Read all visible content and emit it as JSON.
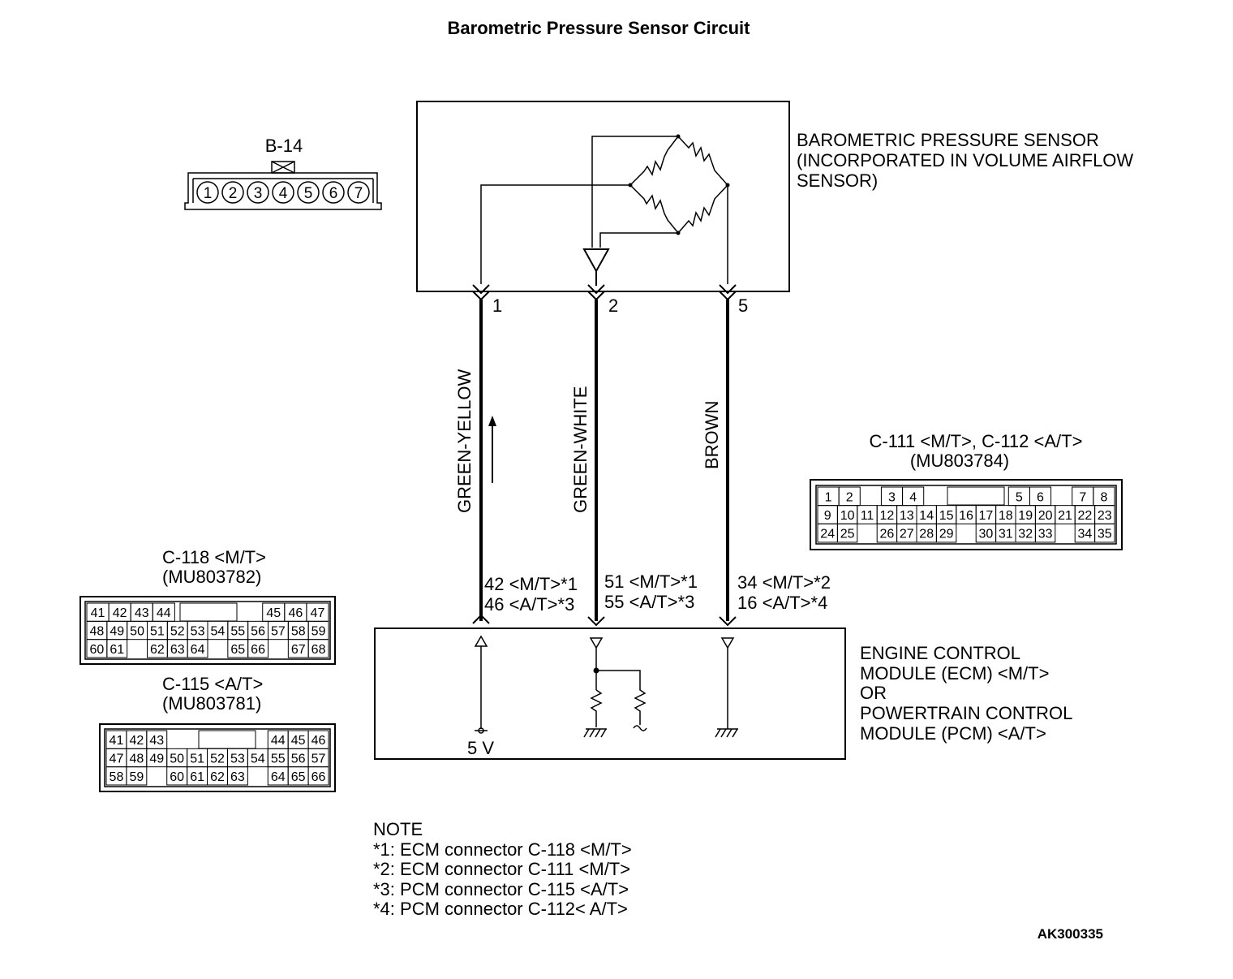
{
  "title": "Barometric Pressure Sensor Circuit",
  "sensor": {
    "label_lines": [
      "BAROMETRIC PRESSURE SENSOR",
      "(INCORPORATED IN VOLUME AIRFLOW",
      "SENSOR)"
    ],
    "pins": [
      "1",
      "2",
      "5"
    ]
  },
  "connector_b14": {
    "name": "B-14",
    "pins": [
      "1",
      "2",
      "3",
      "4",
      "5",
      "6",
      "7"
    ]
  },
  "wires": [
    {
      "color": "GREEN-YELLOW",
      "ecm_line1": "42 <M/T>*1",
      "ecm_line2": "46 <A/T>*3"
    },
    {
      "color": "GREEN-WHITE",
      "ecm_line1": "51 <M/T>*1",
      "ecm_line2": "55 <A/T>*3"
    },
    {
      "color": "BROWN",
      "ecm_line1": "34 <M/T>*2",
      "ecm_line2": "16 <A/T>*4"
    }
  ],
  "ecm": {
    "label_lines": [
      "ENGINE CONTROL",
      "MODULE (ECM) <M/T>",
      "OR",
      "POWERTRAIN CONTROL",
      "MODULE (PCM) <A/T>"
    ],
    "supply": "5 V"
  },
  "connector_c111": {
    "name": "C-111 <M/T>, C-112 <A/T>",
    "part": "(MU803784)",
    "rows": [
      [
        "1",
        "2",
        "",
        "3",
        "4",
        "",
        "",
        "",
        "",
        "5",
        "6",
        "",
        "7",
        "8"
      ],
      [
        "9",
        "10",
        "11",
        "12",
        "13",
        "14",
        "15",
        "16",
        "17",
        "18",
        "19",
        "20",
        "21",
        "22",
        "23"
      ],
      [
        "24",
        "25",
        "",
        "26",
        "27",
        "28",
        "29",
        "",
        "30",
        "31",
        "32",
        "33",
        "",
        "34",
        "35"
      ]
    ]
  },
  "connector_c118": {
    "name": "C-118 <M/T>",
    "part": "(MU803782)",
    "rows": [
      [
        "41",
        "42",
        "43",
        "44",
        "",
        "",
        "",
        "",
        "45",
        "46",
        "47"
      ],
      [
        "48",
        "49",
        "50",
        "51",
        "52",
        "53",
        "54",
        "55",
        "56",
        "57",
        "58",
        "59"
      ],
      [
        "60",
        "61",
        "",
        "62",
        "63",
        "64",
        "",
        "65",
        "66",
        "",
        "67",
        "68"
      ]
    ]
  },
  "connector_c115": {
    "name": "C-115 <A/T>",
    "part": "(MU803781)",
    "rows": [
      [
        "41",
        "42",
        "43",
        "",
        "",
        "",
        "",
        "",
        "44",
        "45",
        "46"
      ],
      [
        "47",
        "48",
        "49",
        "50",
        "51",
        "52",
        "53",
        "54",
        "55",
        "56",
        "57"
      ],
      [
        "58",
        "59",
        "",
        "60",
        "61",
        "62",
        "63",
        "",
        "64",
        "65",
        "66"
      ]
    ]
  },
  "note": {
    "heading": "NOTE",
    "lines": [
      "*1: ECM connector C-118 <M/T>",
      "*2: ECM connector C-111 <M/T>",
      "*3: PCM connector C-115 <A/T>",
      "*4: PCM connector C-112< A/T>"
    ]
  },
  "figure_code": "AK300335"
}
